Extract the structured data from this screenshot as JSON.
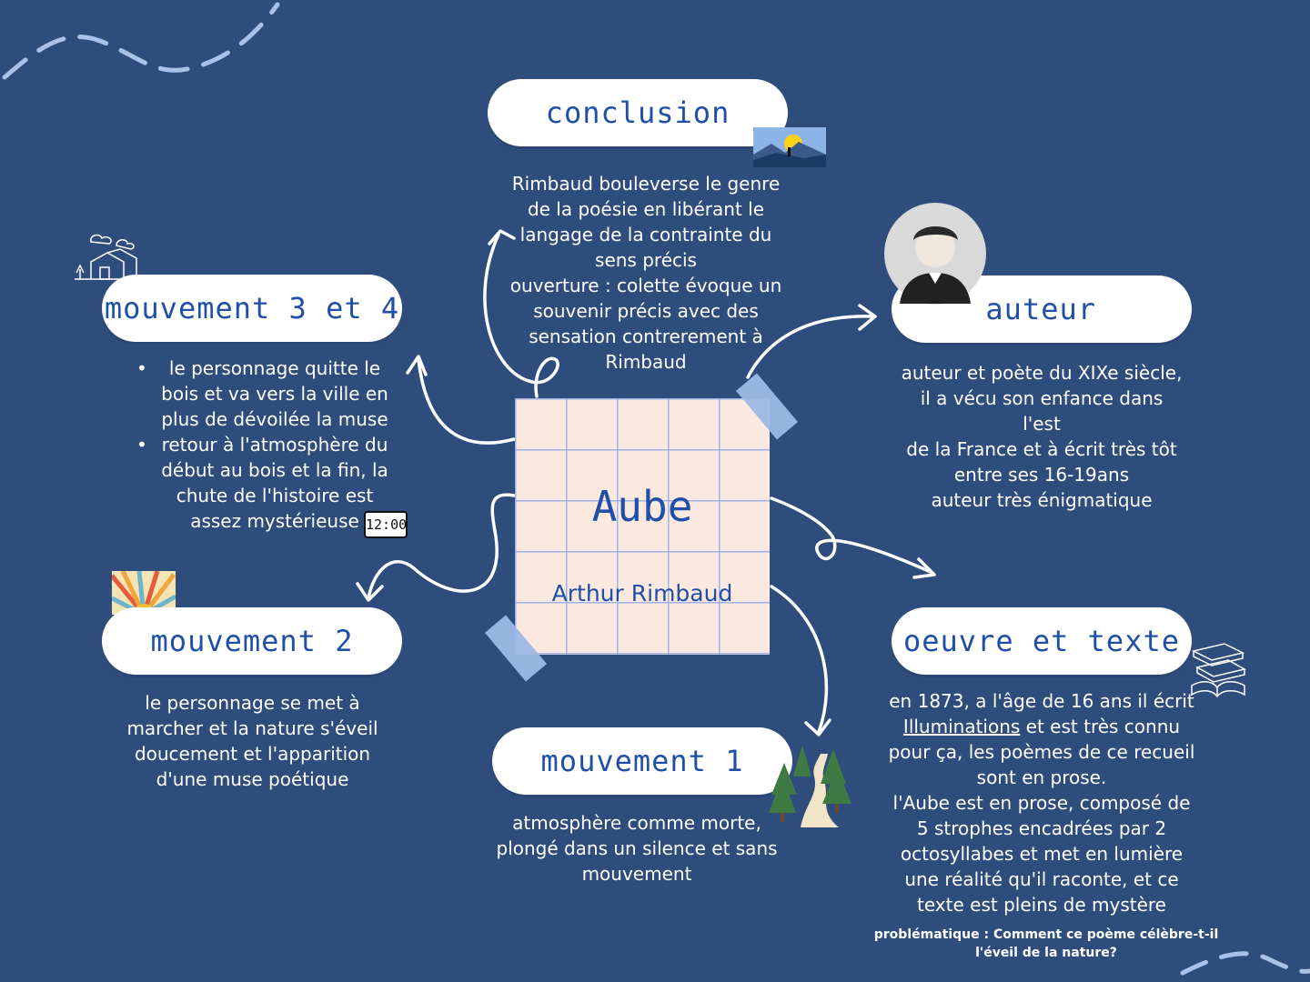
{
  "center": {
    "title": "Aube",
    "subtitle": "Arthur Rimbaud"
  },
  "nodes": {
    "conclusion": {
      "label": "conclusion",
      "lines": [
        "Rimbaud bouleverse le genre",
        "de la poésie en libérant le",
        "langage de la contrainte du",
        "sens précis",
        "ouverture : colette évoque un",
        "souvenir précis avec des",
        "sensation contrerement à",
        "Rimbaud"
      ]
    },
    "auteur": {
      "label": "auteur",
      "lines": [
        "auteur et poète du XIXe siècle,",
        "il a vécu son enfance dans l'est",
        "de la France et à écrit très tôt",
        "entre ses 16-19ans",
        "auteur très énigmatique"
      ]
    },
    "oeuvre": {
      "label": "oeuvre et texte",
      "line1": "en 1873, a l'âge de 16 ans  il écrit",
      "line2_title": "Illuminations",
      "line2_rest": " et est très connu",
      "lines": [
        "pour ça, les poèmes de ce recueil",
        "sont en prose.",
        "l'Aube est en prose, composé de",
        "5 strophes encadrées par 2",
        "octosyllabes et met en lumière",
        "une réalité qu'il raconte, et ce",
        "texte est pleins de mystère"
      ]
    },
    "mouvement1": {
      "label": "mouvement 1",
      "lines": [
        "atmosphère comme morte,",
        "plongé dans un silence et sans",
        "mouvement"
      ]
    },
    "mouvement2": {
      "label": "mouvement 2",
      "lines": [
        "le personnage se met à",
        "marcher et la nature s'éveil",
        "doucement et l'apparition",
        "d'une muse poétique"
      ]
    },
    "mouvement34": {
      "label": "mouvement 3 et 4",
      "bullet1": [
        "le personnage quitte le",
        "bois et va vers la ville en",
        "plus de dévoilée la muse"
      ],
      "bullet2": [
        "retour à l'atmosphère du",
        "début au bois et la fin, la",
        "chute de l'histoire est",
        "assez mystérieuse"
      ]
    }
  },
  "problematique": {
    "line1": "problématique : Comment ce poème célèbre-t-il",
    "line2": "l'éveil de la nature?"
  },
  "clock_text": "12:00",
  "colors": {
    "background": "#2f4d7c",
    "accent": "#1f4fa6",
    "card": "#fbe9df",
    "grid": "#9bb3e8",
    "tape": "#9db8e6"
  }
}
